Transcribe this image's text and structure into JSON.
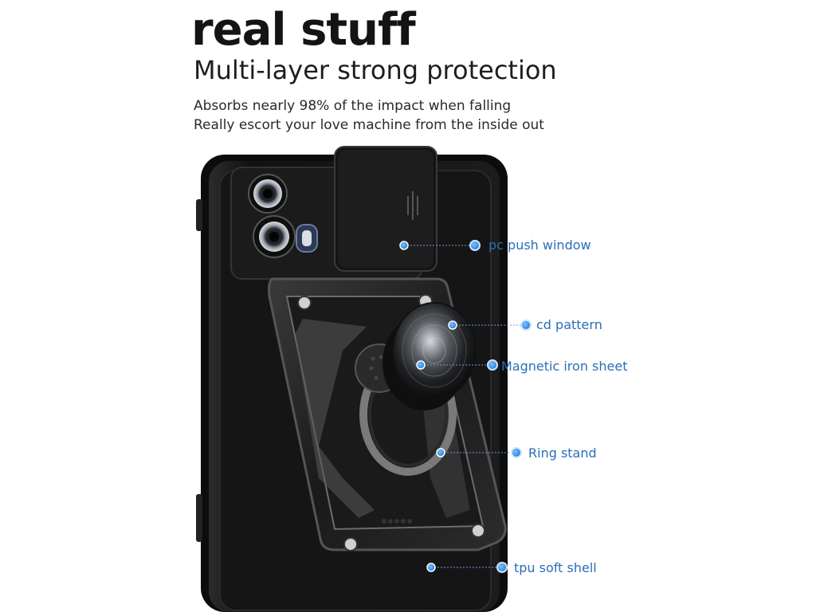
{
  "headline": "real stuff",
  "subheadline": "Multi-layer strong protection",
  "description": [
    "Absorbs nearly 98% of the impact when falling",
    "Really escort your love machine from the inside out"
  ],
  "callouts": {
    "pc_push_window": "pc push window",
    "cd_pattern": "cd pattern",
    "magnetic_iron_sheet": "Magnetic iron sheet",
    "ring_stand": "Ring stand",
    "tpu_soft_shell": "tpu soft shell"
  },
  "colors": {
    "callout_blue": "#2a6fb8",
    "dot_blue": "#1f7ee0",
    "case_black": "#161616"
  }
}
